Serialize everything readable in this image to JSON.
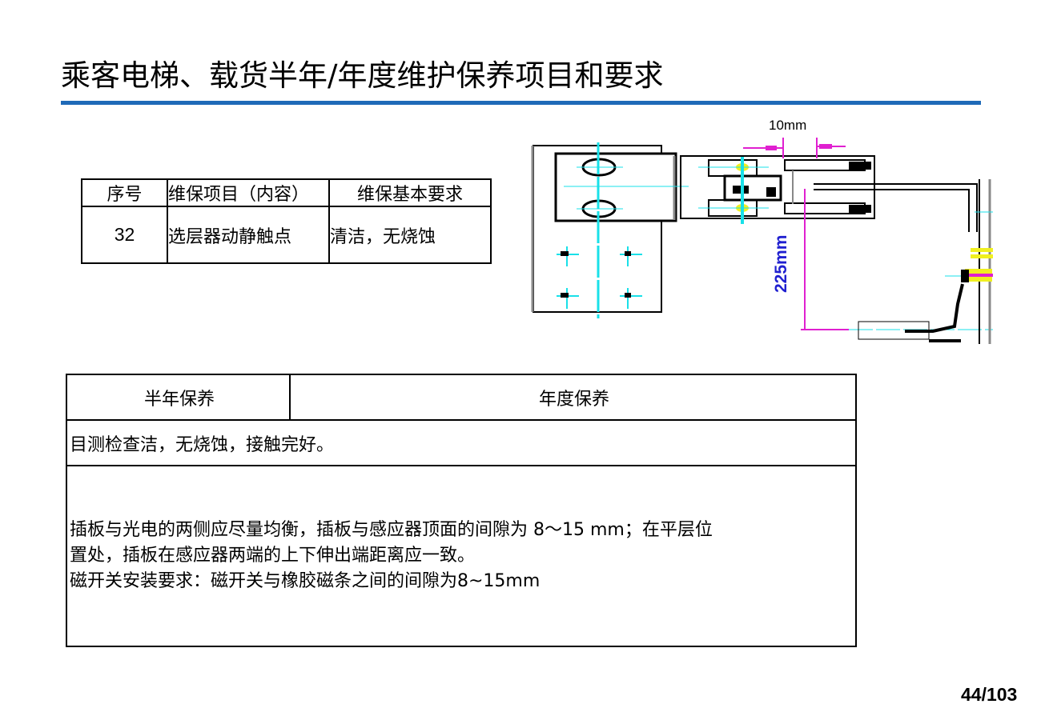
{
  "header": {
    "title": "乘客电梯、载货半年/年度维护保养项目和要求",
    "rule_color": "#1f6ab8"
  },
  "item_table": {
    "headers": [
      "序号",
      "维保项目（内容）",
      "维保基本要求"
    ],
    "rows": [
      {
        "no": "32",
        "item": "选层器动静触点",
        "requirement": "清洁，无烧蚀"
      }
    ]
  },
  "diagram": {
    "dimension_top": "10mm",
    "dimension_side": "225mm",
    "colors": {
      "centerline": "#19e0e8",
      "dimension": "#e020d0",
      "label": "#2020d0",
      "highlight": "#f0f020"
    }
  },
  "maintenance_table": {
    "headers": {
      "half_year": "半年保养",
      "annual": "年度保养"
    },
    "row1": "目测检查洁，无烧蚀，接触完好。",
    "row2_lines": [
      "插板与光电的两侧应尽量均衡，插板与感应器顶面的间隙为 8～15 mm；在平层位",
      "置处，插板在感应器两端的上下伸出端距离应一致。",
      "磁开关安装要求：磁开关与橡胶磁条之间的间隙为8~15mm"
    ]
  },
  "footer": {
    "page_number": "44/103"
  }
}
